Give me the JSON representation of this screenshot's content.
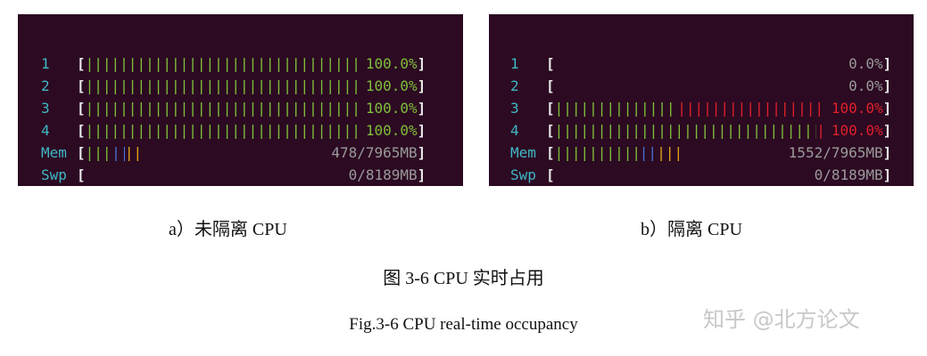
{
  "panels": [
    {
      "rows": [
        {
          "label": "1",
          "fill": 1.0,
          "value": "100.0%",
          "value_color": "green",
          "segments": [
            {
              "pct": 100,
              "color": "#7fbf3a"
            }
          ]
        },
        {
          "label": "2",
          "fill": 1.0,
          "value": "100.0%",
          "value_color": "green",
          "segments": [
            {
              "pct": 100,
              "color": "#7fbf3a"
            }
          ]
        },
        {
          "label": "3",
          "fill": 1.0,
          "value": "100.0%",
          "value_color": "green",
          "segments": [
            {
              "pct": 100,
              "color": "#7fbf3a"
            }
          ]
        },
        {
          "label": "4",
          "fill": 1.0,
          "value": "100.0%",
          "value_color": "green",
          "segments": [
            {
              "pct": 100,
              "color": "#7fbf3a"
            }
          ]
        },
        {
          "label": "Mem",
          "fill": 0.18,
          "value": "478/7965MB",
          "value_color": "grey",
          "segments": [
            {
              "pct": 44,
              "color": "#7fbf3a"
            },
            {
              "pct": 22,
              "color": "#4a6fd6"
            },
            {
              "pct": 34,
              "color": "#e2a21a"
            }
          ]
        },
        {
          "label": "Swp",
          "fill": 0.0,
          "value": "0/8189MB",
          "value_color": "grey",
          "segments": []
        }
      ]
    },
    {
      "rows": [
        {
          "label": "1",
          "fill": 0.0,
          "value": "0.0%",
          "value_color": "grey",
          "segments": []
        },
        {
          "label": "2",
          "fill": 0.0,
          "value": "0.0%",
          "value_color": "grey",
          "segments": []
        },
        {
          "label": "3",
          "fill": 1.0,
          "value": "100.0%",
          "value_color": "red",
          "segments": [
            {
              "pct": 45,
              "color": "#7fbf3a"
            },
            {
              "pct": 55,
              "color": "#e0202a"
            }
          ]
        },
        {
          "label": "4",
          "fill": 1.0,
          "value": "100.0%",
          "value_color": "red",
          "segments": [
            {
              "pct": 96,
              "color": "#7fbf3a"
            },
            {
              "pct": 4,
              "color": "#e0202a"
            }
          ]
        },
        {
          "label": "Mem",
          "fill": 0.38,
          "value": "1552/7965MB",
          "value_color": "grey",
          "segments": [
            {
              "pct": 68,
              "color": "#7fbf3a"
            },
            {
              "pct": 14,
              "color": "#4a6fd6"
            },
            {
              "pct": 18,
              "color": "#e2a21a"
            }
          ]
        },
        {
          "label": "Swp",
          "fill": 0.0,
          "value": "0/8189MB",
          "value_color": "grey",
          "segments": []
        }
      ]
    }
  ],
  "captions": {
    "a": "a）未隔离 CPU",
    "b": "b）隔离 CPU",
    "figure_cn": "图 3-6 CPU 实时占用",
    "figure_en": "Fig.3-6 CPU real-time occupancy"
  },
  "watermark": "知乎 @北方论文"
}
